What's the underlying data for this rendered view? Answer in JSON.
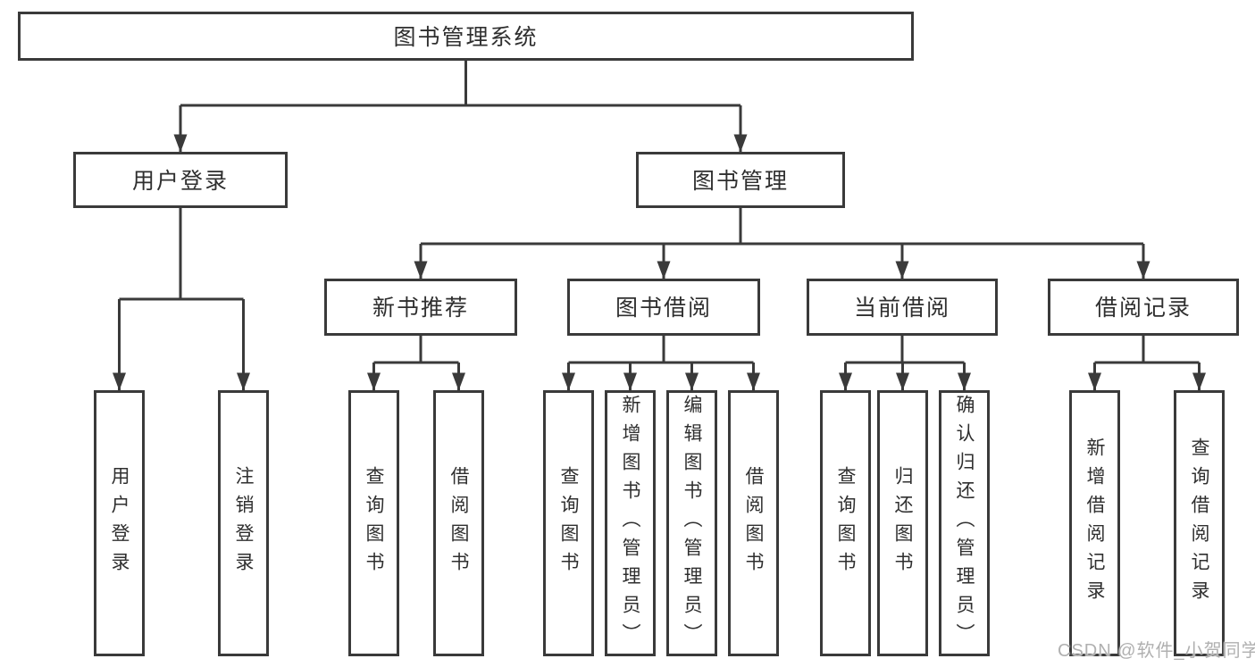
{
  "diagram_title": "图书管理系统",
  "tree": {
    "label": "图书管理系统",
    "children": [
      {
        "label": "用户登录",
        "children": [
          {
            "label": "用户登录"
          },
          {
            "label": "注销登录"
          }
        ]
      },
      {
        "label": "图书管理",
        "children": [
          {
            "label": "新书推荐",
            "children": [
              {
                "label": "查询图书"
              },
              {
                "label": "借阅图书"
              }
            ]
          },
          {
            "label": "图书借阅",
            "children": [
              {
                "label": "查询图书"
              },
              {
                "label": "新增图书（管理员）"
              },
              {
                "label": "编辑图书（管理员）"
              },
              {
                "label": "借阅图书"
              }
            ]
          },
          {
            "label": "当前借阅",
            "children": [
              {
                "label": "查询图书"
              },
              {
                "label": "归还图书"
              },
              {
                "label": "确认归还（管理员）"
              }
            ]
          },
          {
            "label": "借阅记录",
            "children": [
              {
                "label": "新增借阅记录"
              },
              {
                "label": "查询借阅记录"
              }
            ]
          }
        ]
      }
    ]
  },
  "watermark": {
    "text": "CSDN @软件_小贺同学"
  },
  "colors": {
    "line": "#3a3a3a",
    "text": "#2f2f2f",
    "watermark": "#b0b0b0",
    "background": "#ffffff"
  }
}
